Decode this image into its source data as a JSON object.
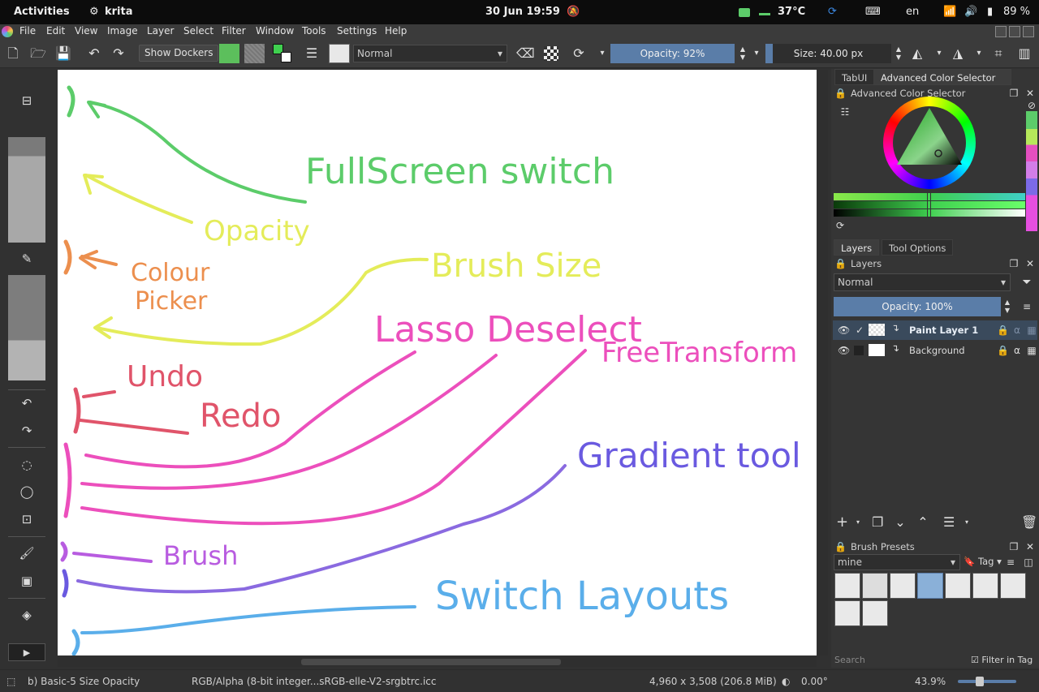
{
  "topbar": {
    "activities": "Activities",
    "app_name": "krita",
    "clock": "30 Jun  19:59",
    "temperature": "37°C",
    "language": "en",
    "battery": "89 %"
  },
  "menu": [
    "File",
    "Edit",
    "View",
    "Image",
    "Layer",
    "Select",
    "Filter",
    "Window",
    "Tools",
    "Settings",
    "Help"
  ],
  "toolbar": {
    "show_dockers": "Show Dockers",
    "blend_mode": "Normal",
    "opacity": "Opacity: 92%",
    "size": "Size: 40.00 px",
    "opacity_fraction": 0.92,
    "size_fraction": 0.06
  },
  "canvas_annotations": {
    "fullscreen": "FullScreen switch",
    "opacity": "Opacity",
    "colour": "Colour",
    "picker": "Picker",
    "brush_size": "Brush Size",
    "lasso": "Lasso Deselect",
    "free_transform": "FreeTransform",
    "undo": "Undo",
    "redo": "Redo",
    "gradient": "Gradient tool",
    "brush": "Brush",
    "switch_layouts": "Switch Layouts"
  },
  "dock": {
    "tabs_top": [
      "TabUI",
      "Advanced Color Selector"
    ],
    "color_selector_title": "Advanced Color Selector",
    "tabs_mid": [
      "Layers",
      "Tool Options"
    ],
    "layers_title": "Layers",
    "layers_blend": "Normal",
    "layers_opacity": "Opacity:  100%",
    "layers": [
      {
        "name": "Paint Layer 1",
        "selected": true
      },
      {
        "name": "Background",
        "selected": false
      }
    ],
    "brush_presets_title": "Brush Presets",
    "brush_tag": "mine",
    "tag_label": "Tag",
    "search_placeholder": "Search",
    "filter_in_tag": "Filter in Tag"
  },
  "status": {
    "brush": "b) Basic-5 Size Opacity",
    "color_profile": "RGB/Alpha (8-bit integer...sRGB-elle-V2-srgbtrc.icc",
    "dimensions": "4,960 x 3,508 (206.8 MiB)",
    "rotation": "0.00°",
    "zoom": "43.9%"
  },
  "colors": {
    "green": "#5ccc6a",
    "yellow": "#e4ec5a",
    "orange": "#ec8f4e",
    "red": "#e0546a",
    "pink": "#ec4fbc",
    "purple": "#b85ce0",
    "violet": "#6a5ae0",
    "blue": "#5aaeea",
    "accent": "#5a7da8"
  }
}
